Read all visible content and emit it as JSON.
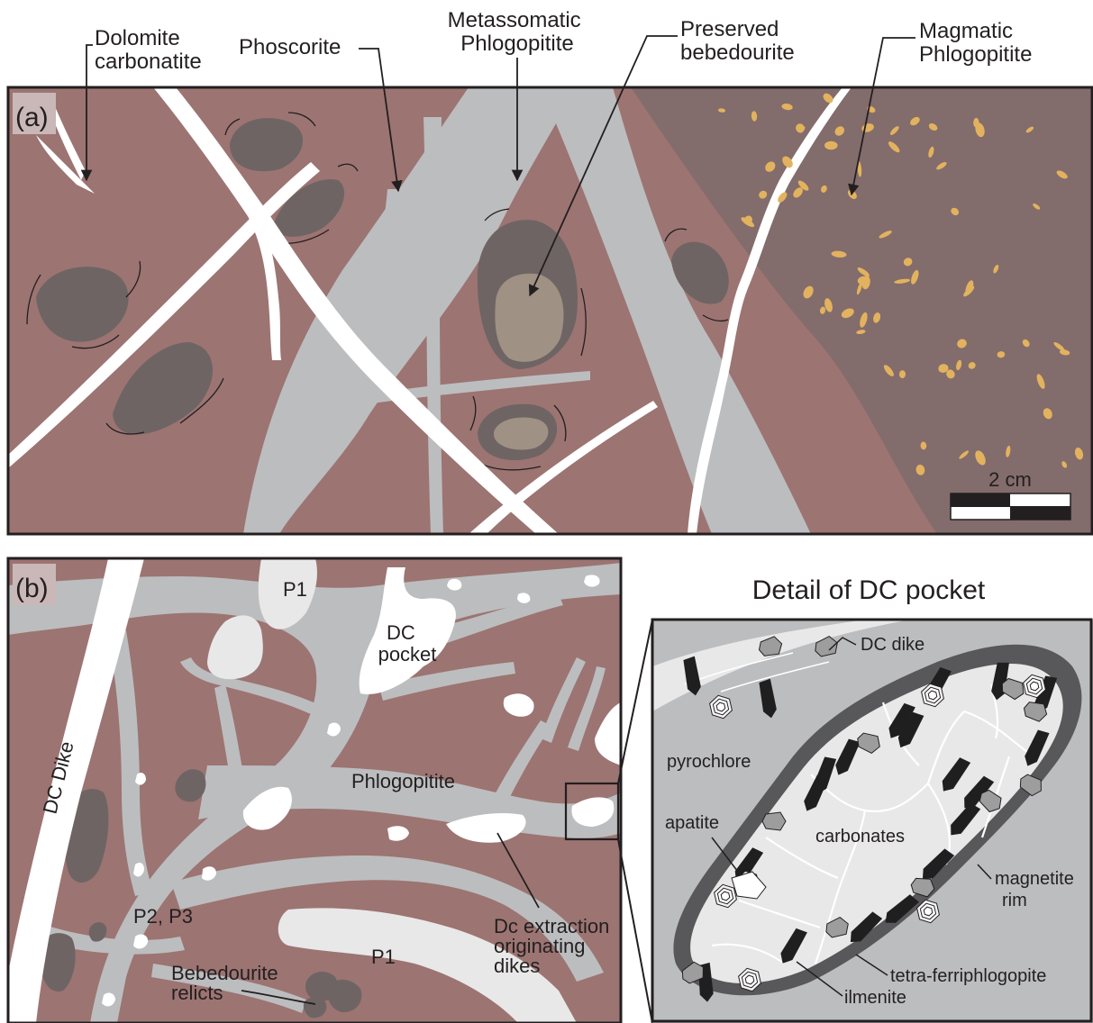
{
  "colors": {
    "phlogopitite": "#9c7472",
    "magmatic_phlogopitite": "#836c6c",
    "phoscorite": "#bcbdbf",
    "dolomite_carbonatite": "#ffffff",
    "bebedourite_relict": "#6e6464",
    "preserved_bebedourite": "#9f9183",
    "apatite_flecks": "#e2b25e",
    "pocket_interior": "#e8e8e8",
    "magnetite_rim": "#58585a",
    "crystal_black": "#1f1f1f",
    "crystal_grey": "#9d9d9d",
    "outline": "#231f20"
  },
  "panel_a": {
    "label": "(a)",
    "labels": {
      "dolomite": [
        "Dolomite",
        "carbonatite"
      ],
      "phoscorite": "Phoscorite",
      "metassomatic": [
        "Metassomatic",
        "Phlogopitite"
      ],
      "preserved": [
        "Preserved",
        "bebedourite"
      ],
      "magmatic": [
        "Magmatic",
        "Phlogopitite"
      ]
    },
    "scale_bar": "2 cm"
  },
  "panel_b": {
    "label": "(b)",
    "labels": {
      "dc_dike": "DC Dike",
      "p1_top": "P1",
      "dc_pocket": [
        "DC",
        "pocket"
      ],
      "phlogopitite": "Phlogopitite",
      "p2_p3": "P2, P3",
      "p1_bottom": "P1",
      "bebedourite": [
        "Bebedourite",
        "relicts"
      ],
      "dc_extraction": [
        "Dc extraction",
        "originating",
        "dikes"
      ]
    }
  },
  "detail": {
    "title": "Detail of DC pocket",
    "labels": {
      "dc_dike": "DC dike",
      "pyrochlore": "pyrochlore",
      "apatite": "apatite",
      "carbonates": "carbonates",
      "magnetite": [
        "magnetite",
        "rim"
      ],
      "tetra": "tetra-ferriphlogopite",
      "ilmenite": "ilmenite"
    }
  }
}
